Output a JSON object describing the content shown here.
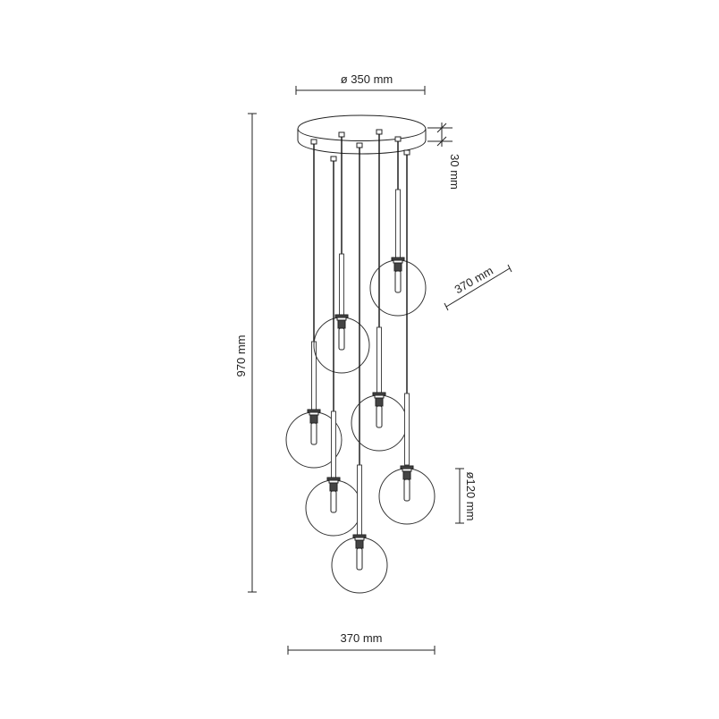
{
  "dimensions": {
    "canopy_diameter": "ø 350 mm",
    "canopy_height": "30 mm",
    "total_height": "970 mm",
    "cluster_diameter": "370 mm",
    "cluster_width": "370 mm",
    "globe_diameter": "ø120 mm"
  },
  "colors": {
    "line": "#222222",
    "background": "#ffffff"
  }
}
